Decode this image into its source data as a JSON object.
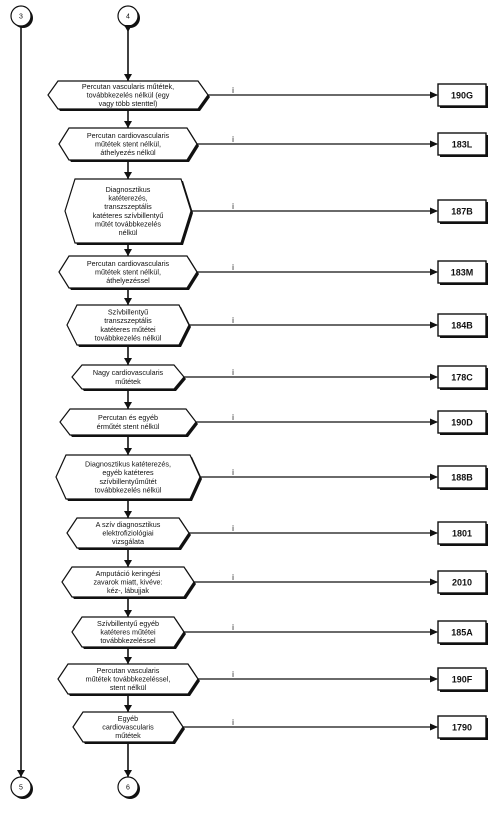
{
  "connectors": {
    "top_left": "3",
    "top_center": "4",
    "bottom_left": "5",
    "bottom_center": "6"
  },
  "branch_label": "i",
  "decisions": [
    {
      "lines": [
        "Percutan vascularis műtétek,",
        "továbbkezelés nélkül (egy",
        "vagy több stenttel)"
      ],
      "code": "190G"
    },
    {
      "lines": [
        "Percutan cardiovascularis",
        "műtétek stent nélkül,",
        "áthelyezés nélkül"
      ],
      "code": "183L"
    },
    {
      "lines": [
        "Diagnosztikus",
        "katéterezés,",
        "transzszeptális",
        "katéteres szívbillentyű",
        "műtét továbbkezelés",
        "nélkül"
      ],
      "code": "187B"
    },
    {
      "lines": [
        "Percutan cardiovascularis",
        "műtétek stent nélkül,",
        "áthelyezéssel"
      ],
      "code": "183M"
    },
    {
      "lines": [
        "Szívbillentyű",
        "transzszeptális",
        "katéteres műtétei",
        "továbbkezelés nélkül"
      ],
      "code": "184B"
    },
    {
      "lines": [
        "Nagy cardiovascularis",
        "műtétek"
      ],
      "code": "178C"
    },
    {
      "lines": [
        "Percutan és egyéb",
        "érműtét stent nélkül"
      ],
      "code": "190D"
    },
    {
      "lines": [
        "Diagnosztikus katéterezés,",
        "egyéb katéteres",
        "szívbillentyűműtét",
        "továbbkezelés nélkül"
      ],
      "code": "188B"
    },
    {
      "lines": [
        "A szív diagnosztikus",
        "elektrofiziológiai",
        "vizsgálata"
      ],
      "code": "1801"
    },
    {
      "lines": [
        "Amputáció keringési",
        "zavarok miatt, kivéve:",
        "kéz-, lábujjak"
      ],
      "code": "2010"
    },
    {
      "lines": [
        "Szívbillentyű egyéb",
        "katéteres műtétei",
        "továbbkezeléssel"
      ],
      "code": "185A"
    },
    {
      "lines": [
        "Percutan vascularis",
        "műtétek továbbkezeléssel,",
        "stent nélkül"
      ],
      "code": "190F"
    },
    {
      "lines": [
        "Egyéb",
        "cardiovascularis",
        "műtétek"
      ],
      "code": "1790"
    }
  ]
}
